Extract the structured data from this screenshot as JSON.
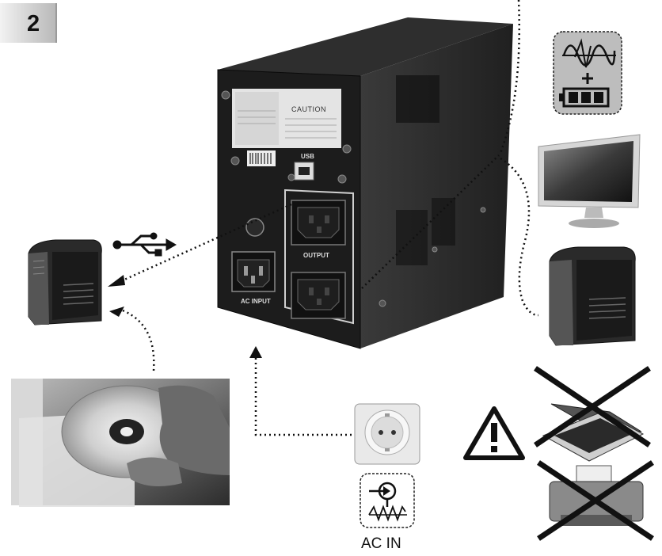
{
  "step_number": "2",
  "ups_labels": {
    "caution": "CAUTION",
    "usb": "USB",
    "output": "OUTPUT",
    "ac_input": "AC INPUT"
  },
  "ac_in_label": "AC IN",
  "icons": {
    "usb": "usb-icon",
    "sine_battery": "sine-wave-battery-icon",
    "warning": "warning-triangle-icon",
    "ac_input": "ac-input-icon"
  }
}
